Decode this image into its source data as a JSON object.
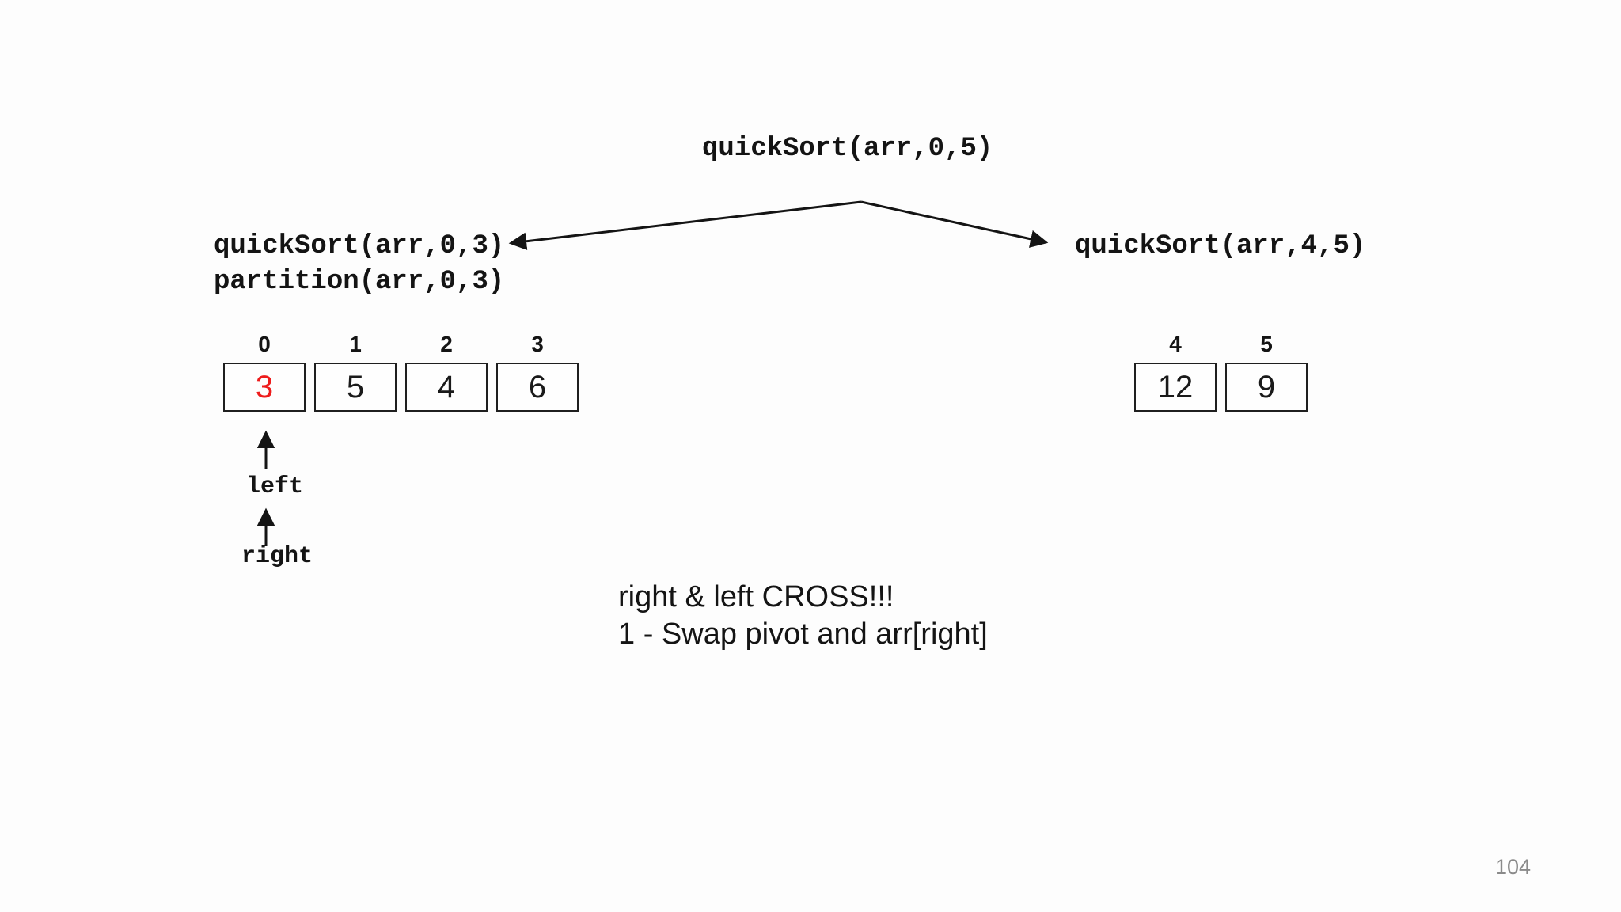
{
  "slide": {
    "page_number": "104",
    "background": "#fdfdfd"
  },
  "tree": {
    "root_call": "quickSort(arr,0,5)",
    "left_call": "quickSort(arr,0,3)",
    "left_partition_call": "partition(arr,0,3)",
    "right_call": "quickSort(arr,4,5)"
  },
  "left_array": {
    "indices": [
      "0",
      "1",
      "2",
      "3"
    ],
    "cells": [
      {
        "value": "3",
        "color": "#ee1c1c"
      },
      {
        "value": "5",
        "color": "#1a1a1a"
      },
      {
        "value": "4",
        "color": "#1a1a1a"
      },
      {
        "value": "6",
        "color": "#1a1a1a"
      }
    ]
  },
  "right_array": {
    "indices": [
      "4",
      "5"
    ],
    "cells": [
      {
        "value": "12",
        "color": "#1a1a1a"
      },
      {
        "value": "9",
        "color": "#1a1a1a"
      }
    ]
  },
  "pointers": {
    "left_label": "left",
    "right_label": "right"
  },
  "notes": {
    "line1": "right & left CROSS!!!",
    "line2": "1 - Swap pivot and arr[right]"
  },
  "colors": {
    "pivot_red": "#ee1c1c",
    "line_black": "#141414",
    "muted_gray": "#8a8a8a"
  }
}
